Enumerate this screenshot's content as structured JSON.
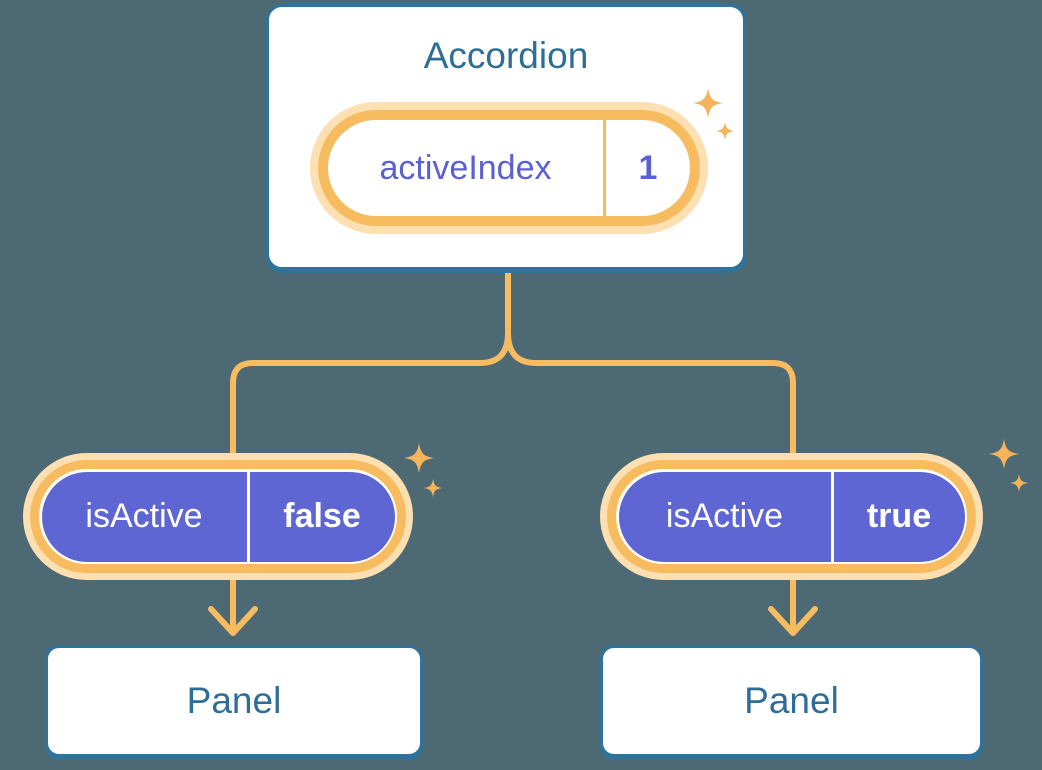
{
  "colors": {
    "background": "#4D6A74",
    "box_fill": "#FFFFFF",
    "box_border": "#2E739C",
    "box_text": "#2D6E96",
    "pill_purple_fill": "#5E66D4",
    "pill_purple_text": "#5A5FD1",
    "pill_white_text": "#FFFFFF",
    "connector_orange": "#F8BC60",
    "pill_glow": "#FCE0B2",
    "sparkle": "#F5B45C"
  },
  "icons": {
    "sparkle": "4-point-star"
  },
  "diagram": {
    "root": {
      "title": "Accordion",
      "state": {
        "label": "activeIndex",
        "value": "1"
      }
    },
    "children": [
      {
        "prop": {
          "label": "isActive",
          "value": "false"
        },
        "target": {
          "title": "Panel"
        }
      },
      {
        "prop": {
          "label": "isActive",
          "value": "true"
        },
        "target": {
          "title": "Panel"
        }
      }
    ]
  }
}
